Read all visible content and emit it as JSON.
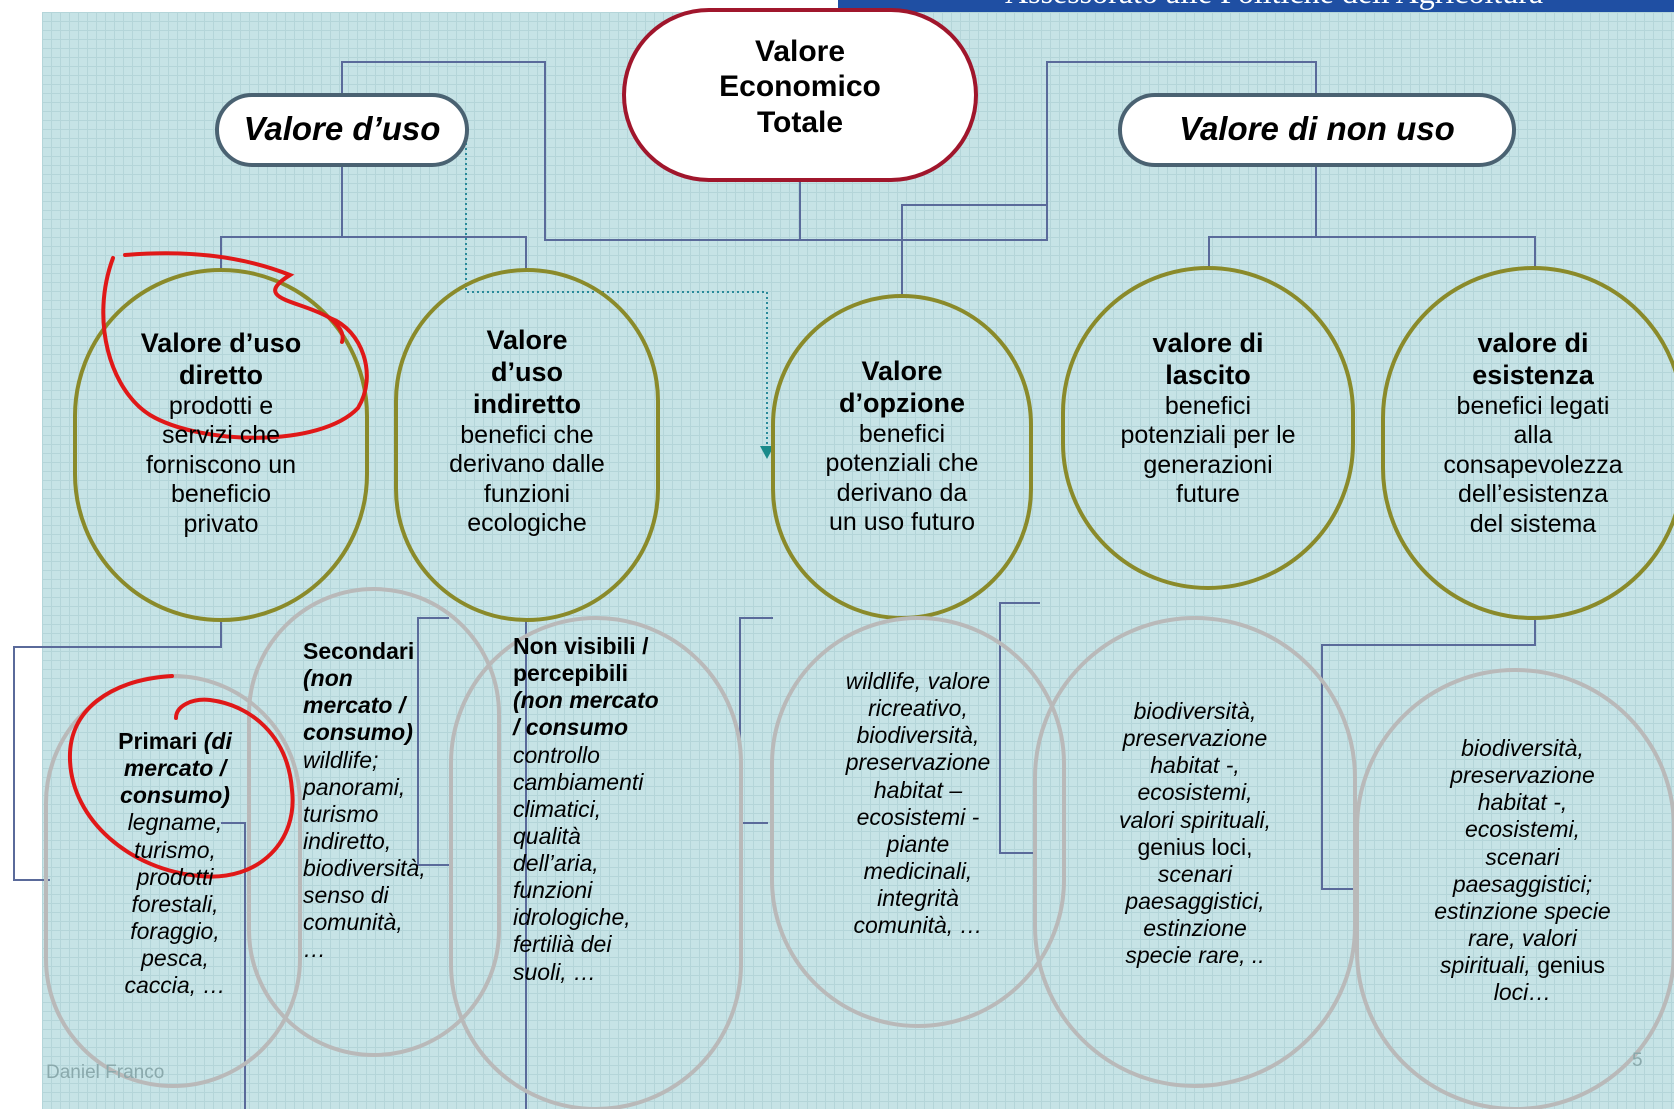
{
  "header": {
    "text": "Assessorato alle Politiche dell'Agricoltura"
  },
  "root": {
    "line1": "Valore",
    "line2": "Economico",
    "line3": "Totale"
  },
  "categories": {
    "use": "Valore d’uso",
    "nonuse": "Valore di non uso"
  },
  "direct": {
    "title1": "Valore d’uso",
    "title2": "diretto",
    "desc1": "prodotti e",
    "desc2": "servizi che",
    "desc3": "forniscono un",
    "desc4": "beneficio",
    "desc5": "privato"
  },
  "indirect": {
    "title1": "Valore",
    "title2": "d’uso",
    "title3": "indiretto",
    "desc1": "benefici che",
    "desc2": "derivano dalle",
    "desc3": "funzioni",
    "desc4": "ecologiche"
  },
  "option": {
    "title1": "Valore",
    "title2": "d’opzione",
    "desc1": "benefici",
    "desc2": "potenziali che",
    "desc3": "derivano da",
    "desc4": "un uso futuro"
  },
  "bequest": {
    "title1": "valore di",
    "title2": "lascito",
    "desc1": "benefici",
    "desc2": "potenziali per le",
    "desc3": "generazioni",
    "desc4": "future"
  },
  "existence": {
    "title1": "valore di",
    "title2": "esistenza",
    "desc1": "benefici legati",
    "desc2": "alla",
    "desc3": "consapevolezza",
    "desc4": "dell’esistenza",
    "desc5": "del sistema"
  },
  "primari": {
    "t1": "Primari",
    "t1b": "(di",
    "t2": "mercato /",
    "t3": "consumo)",
    "l1": "legname,",
    "l2": "turismo,",
    "l3": "prodotti",
    "l4": "forestali,",
    "l5": "foraggio,",
    "l6": "pesca,",
    "l7": "caccia, …"
  },
  "secondari": {
    "t1": "Secondari",
    "t2": "(non",
    "t3": "mercato /",
    "t4": "consumo)",
    "l1": "wildlife;",
    "l2": "panorami,",
    "l3": "turismo",
    "l4": "indiretto,",
    "l5": "biodiversità,",
    "l6": "senso di",
    "l7": "comunità,",
    "l8": "…"
  },
  "nonvisibili": {
    "t1": "Non visibili /",
    "t2": "percepibili",
    "t3": "(non mercato",
    "t4": "/ consumo",
    "l1": "controllo",
    "l2": "cambiamenti",
    "l3": "climatici,",
    "l4": "qualità",
    "l5": "dell’aria,",
    "l6": "funzioni",
    "l7": "idrologiche,",
    "l8": "fertilià dei",
    "l9": "suoli, …"
  },
  "ex_option": {
    "l1": "wildlife, valore",
    "l2": "ricreativo,",
    "l3": "biodiversità,",
    "l4": "preservazione",
    "l5": "habitat –",
    "l6": "ecosistemi -",
    "l7": "piante",
    "l8": "medicinali,",
    "l9": "integrità",
    "l10": "comunità, …"
  },
  "ex_bequest": {
    "l1": "biodiversità,",
    "l2": "preservazione",
    "l3": "habitat -,",
    "l4": "ecosistemi,",
    "l5": "valori spirituali,",
    "l6": "genius loci,",
    "l7": "scenari",
    "l8": "paesaggistici,",
    "l9": "estinzione",
    "l10": "specie rare, .."
  },
  "ex_existence": {
    "l1": "biodiversità,",
    "l2": "preservazione",
    "l3": "habitat -,",
    "l4": "ecosistemi,",
    "l5": "scenari",
    "l6": "paesaggistici;",
    "l7": "estinzione specie",
    "l8": "rare, valori",
    "l9": "spirituali,",
    "l9b": "genius",
    "l10": "loci…"
  },
  "footer": {
    "author": "Daniel Franco",
    "page": "5"
  },
  "colors": {
    "background": "#c6e3e6",
    "root_border": "#a0162c",
    "category_border": "#4a6272",
    "circle_border": "#8a8a2a",
    "example_border": "#b9b9b9",
    "annotation": "#e01818",
    "connector": "#5a6a9a"
  }
}
